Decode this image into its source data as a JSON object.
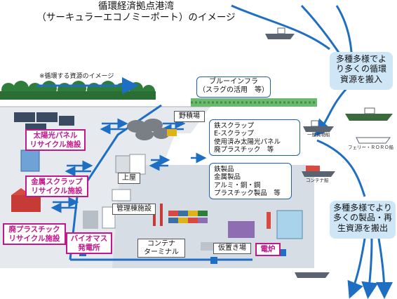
{
  "title": {
    "line1": "循環経済拠点港湾",
    "line2": "（サーキュラーエコノミーポート）のイメージ"
  },
  "resource_note": "※循環する資源のイメージ",
  "blue_infra": {
    "line1": "ブルーインフラ",
    "line2": "（スラグの活用　等）"
  },
  "facilities": {
    "solar": {
      "line1": "太陽光パネル",
      "line2": "リサイクル施設"
    },
    "metal": {
      "line1": "金属スクラップ",
      "line2": "リサイクル施設"
    },
    "plastic": {
      "line1": "廃プラスチック",
      "line2": "リサイクル施設"
    },
    "biomass": {
      "line1": "バイオマス",
      "line2": "発電所"
    },
    "furnace": "電炉"
  },
  "areas": {
    "yard": "野積場",
    "shed": "上屋",
    "admin": "管理棟施設",
    "container_terminal": {
      "line1": "コンテナ",
      "line2": "ターミナル"
    },
    "temp_yard": "仮置き場"
  },
  "incoming_materials": [
    "鉄スクラップ",
    "E-スクラップ",
    "使用済み太陽光パネル",
    "廃プラスチック　等"
  ],
  "outgoing_products": [
    "鉄製品",
    "金属製品",
    "アルミ・銅・鋼",
    "プラスチック製品　等"
  ],
  "inbound_message": {
    "line1": "多種多様でよ",
    "line2": "り多くの循環",
    "line3": "資源を搬入"
  },
  "outbound_message": {
    "line1": "多種多様でより",
    "line2": "多くの製品・再",
    "line3": "生資源を搬出"
  },
  "ships": {
    "general_cargo": "一般貨物船",
    "ferry": "フェリー・ＲＯＲＯ船",
    "container_ship": "コンテナ船"
  },
  "colors": {
    "flow_arrow": "#1e6fc4",
    "facility_label": "#c2188b",
    "sea": "#ffffff",
    "quay": "#dfe3e8",
    "message_box": "#cfe6f7"
  }
}
